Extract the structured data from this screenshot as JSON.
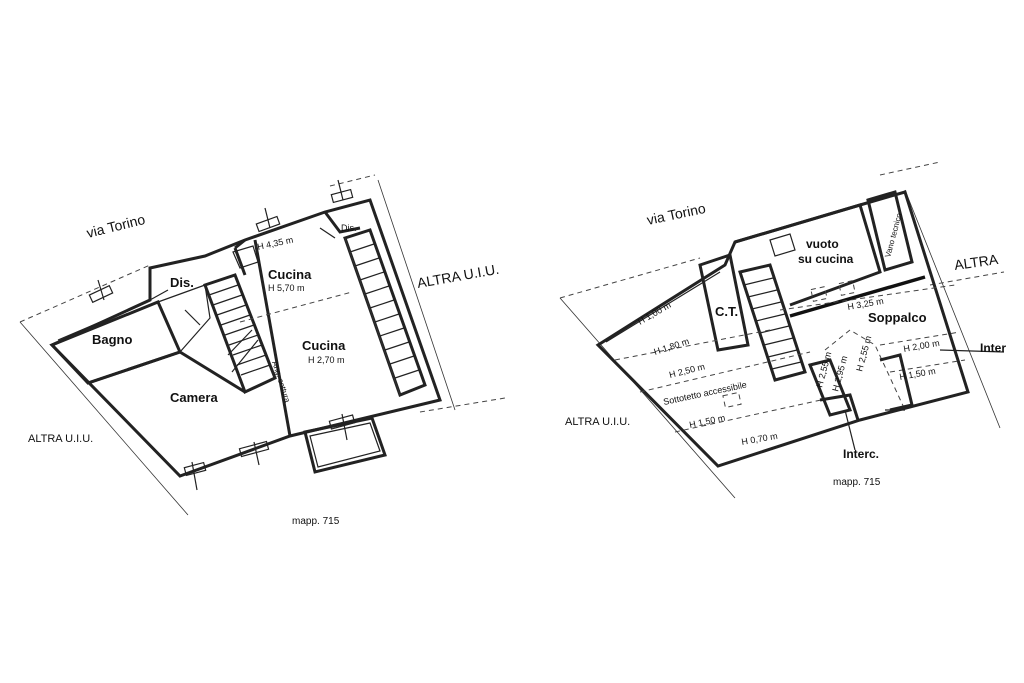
{
  "plans": [
    {
      "street": "via Torino",
      "neighbor_right": "ALTRA U.I.U.",
      "neighbor_left": "ALTRA U.I.U.",
      "rooms": {
        "bagno": "Bagno",
        "dis_1": "Dis.",
        "dis_2": "Dis.",
        "camera": "Camera",
        "cucina_upper": "Cucina",
        "cucina_upper_h": "H 5,70 m",
        "cucina_lower": "Cucina",
        "cucina_lower_h": "H 2,70 m",
        "h_stair": "H 4,35 m",
        "ang_cottura": "Ang. cottura"
      },
      "mapp": "mapp. 715"
    },
    {
      "street": "via Torino",
      "neighbor_right": "ALTRA",
      "neighbor_left": "ALTRA U.I.U.",
      "rooms": {
        "vano_tecnico": "Vano tecnico",
        "vuoto_1": "vuoto",
        "vuoto_2": "su cucina",
        "ct": "C.T.",
        "soppalco": "Soppalco",
        "sottotetto": "Sottotetto accessibile",
        "interc_1": "Interc.",
        "interc_2": "Inter",
        "h_100": "H 1,00 m",
        "h_180": "H 1,80 m",
        "h_250": "H 2,50 m",
        "h_150a": "H 1,50 m",
        "h_070": "H 0,70 m",
        "h_325": "H 3,25 m",
        "h_255a": "H 2,55 m",
        "h_295": "H 2,95 m",
        "h_255b": "H 2,55 m",
        "h_200": "H 2,00 m",
        "h_150b": "H 1,50 m"
      },
      "mapp": "mapp. 715"
    }
  ]
}
